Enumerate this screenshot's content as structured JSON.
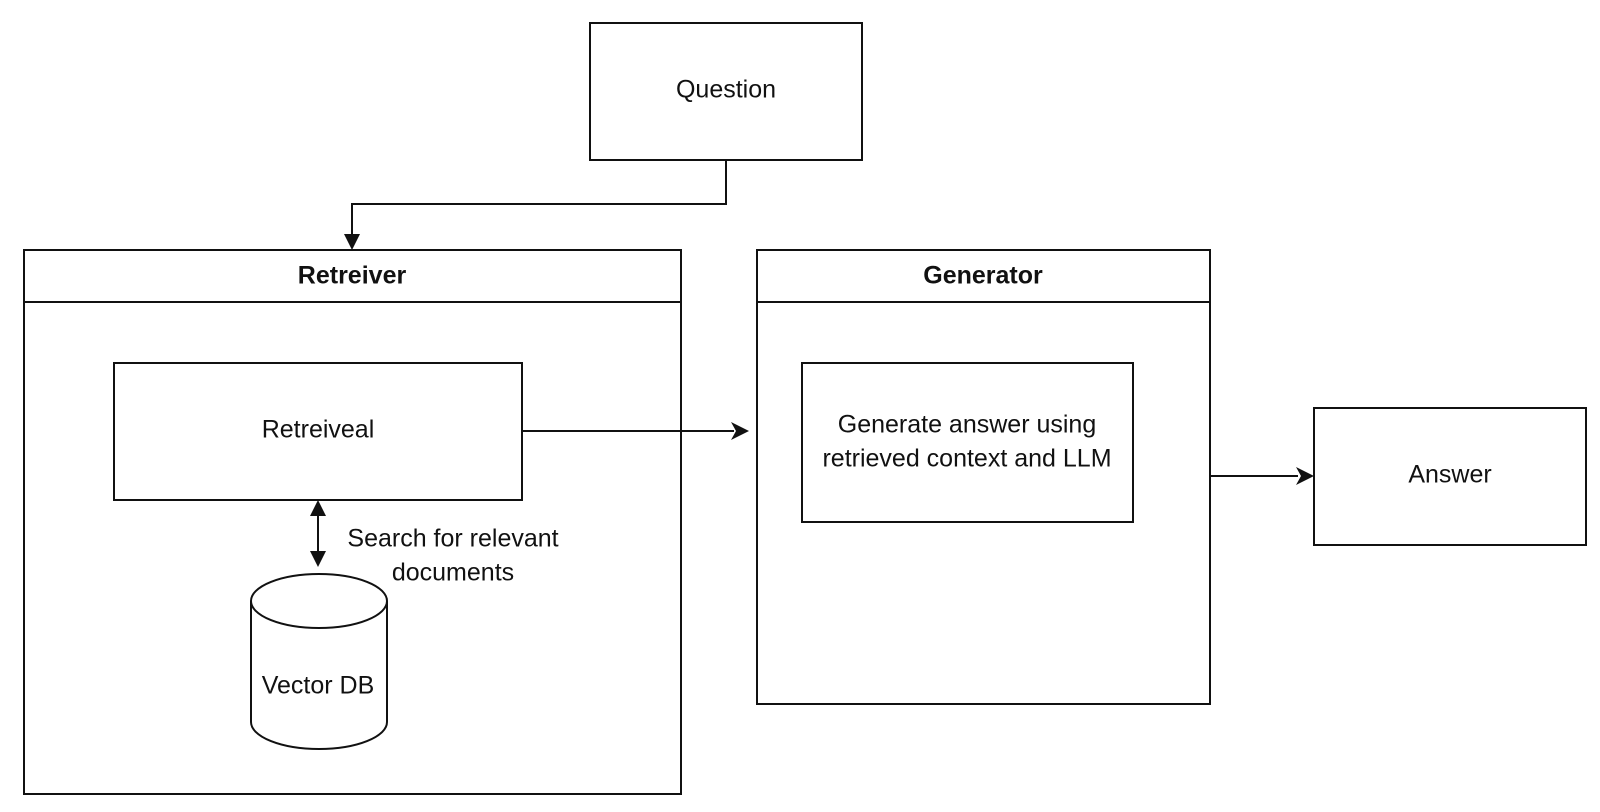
{
  "nodes": {
    "question": "Question",
    "retriever_header": "Retreiver",
    "retrieval": "Retreiveal",
    "vector_db": "Vector DB",
    "search_label_line1": "Search for relevant",
    "search_label_line2": "documents",
    "generator_header": "Generator",
    "generate_line1": "Generate answer using",
    "generate_line2": "retrieved context and LLM",
    "answer": "Answer"
  }
}
